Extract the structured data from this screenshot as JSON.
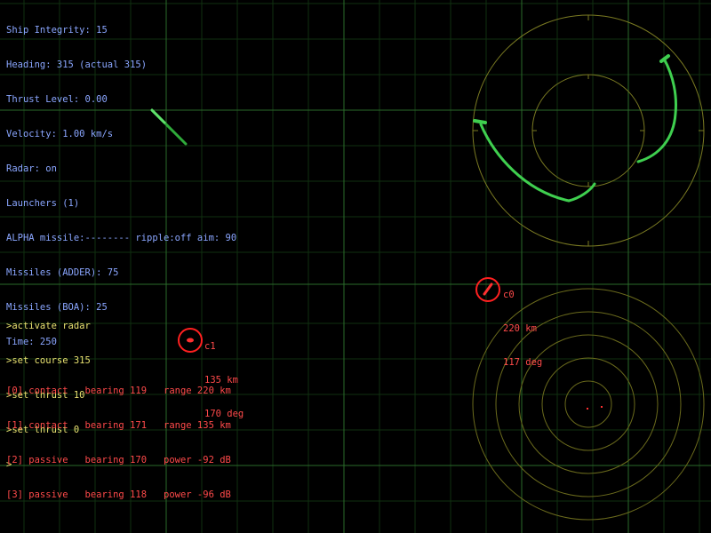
{
  "status": {
    "integrity": "Ship Integrity: 15",
    "heading": "Heading: 315 (actual 315)",
    "thrust": "Thrust Level: 0.00",
    "velocity": "Velocity: 1.00 km/s",
    "radar": "Radar: on",
    "launchers": "Launchers (1)",
    "alpha_missile": "ALPHA missile:-------- ripple:off aim: 90",
    "missiles_adder": "Missiles (ADDER): 75",
    "missiles_boa": "Missiles (BOA): 25",
    "time": "Time: 250"
  },
  "console": {
    "lines": [
      ">activate radar",
      ">set course 315",
      ">set thrust 10",
      ">set thrust 0",
      ">"
    ]
  },
  "contact_list": [
    "[0] contact   bearing 119   range 220 km",
    "[1] contact   bearing 171   range 135 km",
    "[2] passive   bearing 170   power -92 dB",
    "[3] passive   bearing 118   power -96 dB"
  ],
  "contacts_on_map": {
    "c0": {
      "id": "c0",
      "range": "220 km",
      "bearing": "117 deg"
    },
    "c1": {
      "id": "c1",
      "range": "135 km",
      "bearing": "170 deg"
    }
  },
  "colors": {
    "background": "#000000",
    "grid": "#1f4a1f",
    "hud_text": "#8aa6ff",
    "console_text": "#e8e070",
    "contact_red": "#ff3030",
    "scope_ring": "#8a8a2a",
    "radar_trace": "#3fcf4f"
  },
  "icons": {
    "ship": "ship-trail-icon",
    "contact": "contact-reticle-icon"
  }
}
